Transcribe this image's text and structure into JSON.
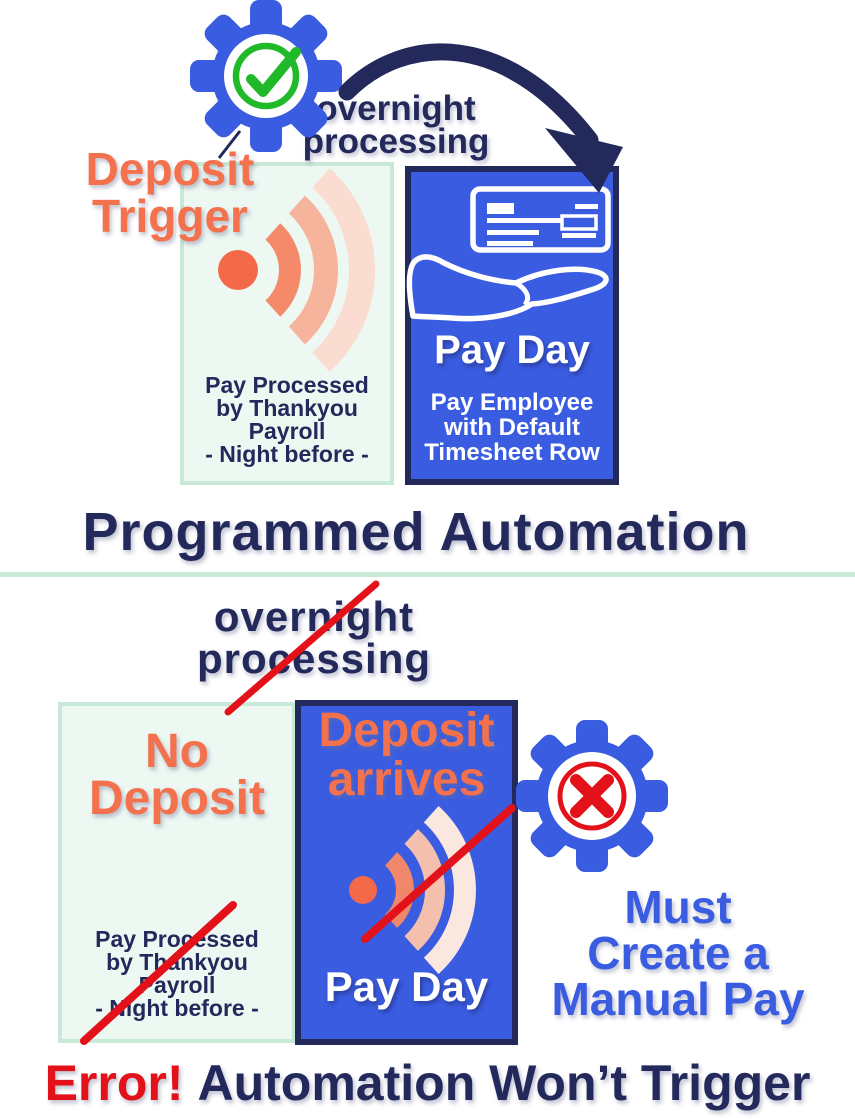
{
  "colors": {
    "navy": "#232a5b",
    "royal_blue": "#3a5ce1",
    "coral": "#f4714d",
    "red": "#e31119",
    "green": "#1fb92a",
    "mint_fill": "#edf8f2",
    "mint_border": "#c8e9d8",
    "divider": "#c9ead9",
    "signal_arc_near": "#f58a6a",
    "signal_arc_mid": "#f7b49c",
    "signal_arc_far": "#fbdcd0",
    "white": "#ffffff"
  },
  "icons": {
    "gear_check": "gear-with-green-checkmark",
    "gear_x": "gear-with-red-x",
    "deposit_signal": "radiating-signal",
    "cheque": "bank-cheque",
    "hand": "open-hand",
    "arrow": "curved-arrow",
    "strike": "red-strikethrough"
  },
  "top": {
    "overnight_label": "overnight\nprocessing",
    "deposit_trigger_label": "Deposit\nTrigger",
    "trigger_box": {
      "caption": "Pay Processed\nby Thankyou\nPayroll\n- Night before -"
    },
    "payday_box": {
      "title": "Pay Day",
      "caption": "Pay Employee\nwith Default\nTimesheet Row"
    },
    "heading": "Programmed Automation"
  },
  "bottom": {
    "overnight_label": "overnight\nprocessing",
    "no_deposit_box": {
      "title": "No\nDeposit",
      "caption": "Pay Processed\nby Thankyou\nPayroll\n- Night before -"
    },
    "deposit_arrives_box": {
      "title": "Deposit\narrives",
      "footer": "Pay Day"
    },
    "manual_pay_label": "Must\nCreate a\nManual Pay",
    "heading_error": "Error!",
    "heading_rest": "Automation Won’t Trigger"
  }
}
